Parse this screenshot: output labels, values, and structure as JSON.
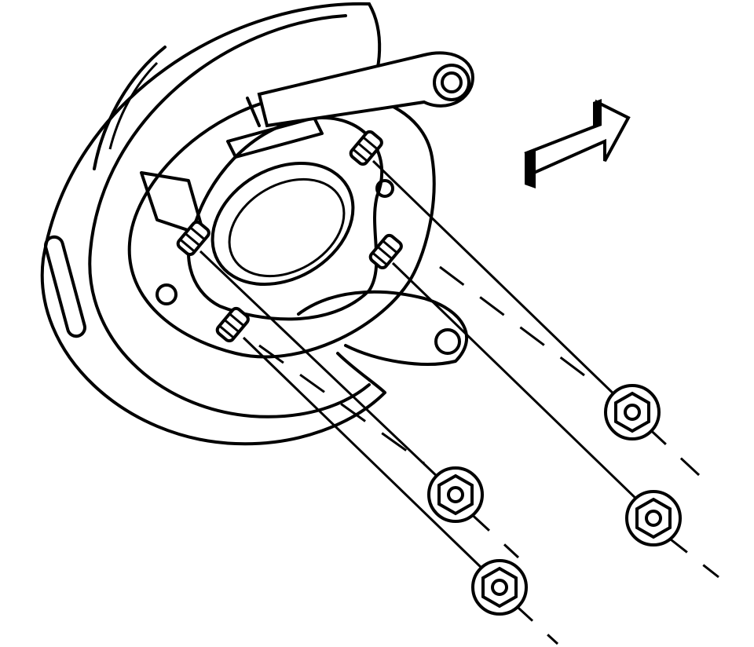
{
  "diagram": {
    "kind": "exploded-assembly-line-drawing",
    "colors": {
      "background": "#ffffff",
      "line": "#000000"
    },
    "parts": [
      "splash-shield",
      "backing-plate",
      "bracket-arm",
      "stud",
      "flange-nut",
      "direction-arrow"
    ],
    "stud_count": 4,
    "nut_count": 4
  }
}
